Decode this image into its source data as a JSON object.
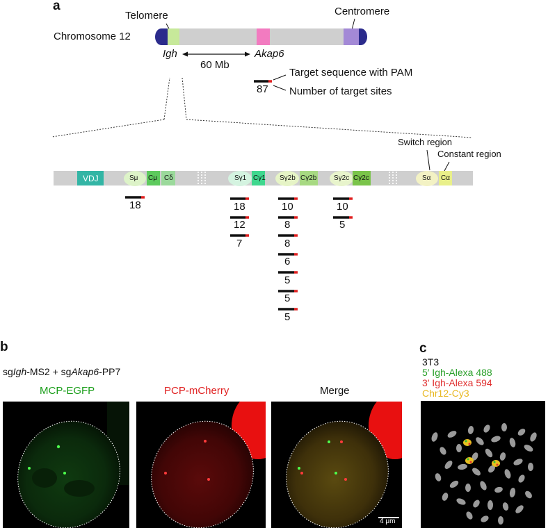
{
  "panel_a": {
    "letter": "a",
    "chromosome_label": "Chromosome 12",
    "telomere_label": "Telomere",
    "centromere_label": "Centromere",
    "igh_label": "Igh",
    "akap6_label": "Akap6",
    "distance_label": "60 Mb",
    "legend_target": "Target sequence with PAM",
    "legend_count_value": "87",
    "legend_count_label": "Number of target sites",
    "switch_region_label": "Switch region",
    "constant_region_label": "Constant region",
    "segments": {
      "vdj": "VDJ",
      "smu": "Sμ",
      "cmu": "Cμ",
      "cdelta": "Cδ",
      "sg1": "Sγ1",
      "cg1": "Cγ1",
      "sg2b": "Sγ2b",
      "cg2b": "Cγ2b",
      "sg2c": "Sγ2c",
      "cg2c": "Cγ2c",
      "sa": "Sα",
      "ca": "Cα"
    },
    "target_counts": {
      "smu": [
        "18"
      ],
      "sg1": [
        "18",
        "12",
        "7"
      ],
      "sg2b": [
        "10",
        "8",
        "8",
        "6",
        "5",
        "5",
        "5"
      ],
      "sg2c": [
        "10",
        "5"
      ]
    }
  },
  "panel_b": {
    "letter": "b",
    "subtitle_pre": "sg",
    "subtitle_igh": "Igh",
    "subtitle_mid": "-MS2 + sg",
    "subtitle_akap6": "Akap6",
    "subtitle_post": "-PP7",
    "label_egfp": "MCP-EGFP",
    "label_mcherry": "PCP-mCherry",
    "label_merge": "Merge",
    "scale_bar": "4 μm",
    "colors": {
      "green": "#1a9e1a",
      "red": "#e02020"
    }
  },
  "panel_c": {
    "letter": "c",
    "line1": "3T3",
    "line2": "5′ Igh-Alexa 488",
    "line3": "3′ Igh-Alexa 594",
    "line4": "Chr12-Cy3",
    "colors": {
      "green": "#2aa02a",
      "red": "#e03030",
      "yellow": "#e8b820"
    }
  }
}
